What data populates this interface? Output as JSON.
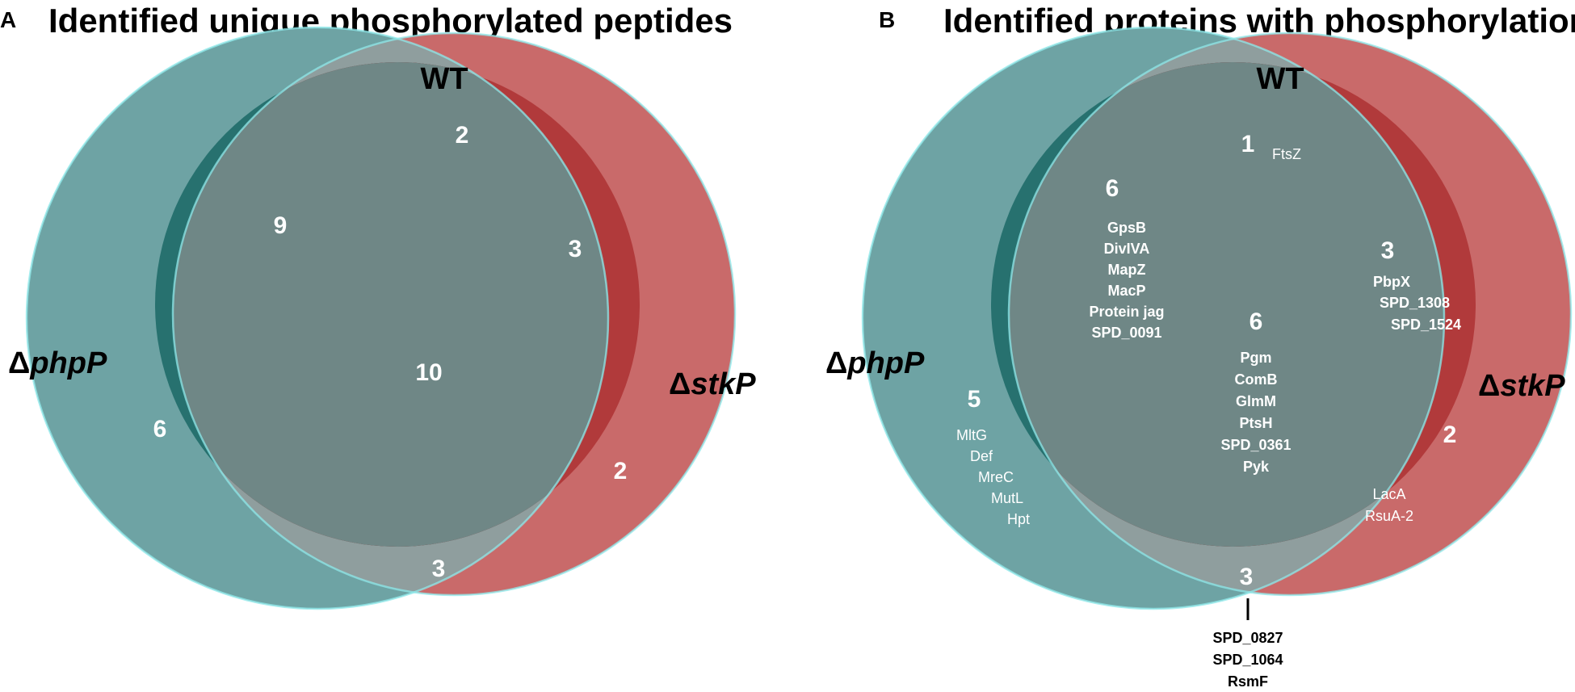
{
  "colors": {
    "wt": "#000000",
    "php": "#6ea3a4",
    "stk": "#c96a6a",
    "wt_php": "#27716f",
    "wt_stk": "#b13a3b",
    "core": "#6f8786",
    "php_stk": "#8f9e9e",
    "outline": "#8de8ea"
  },
  "panels": [
    {
      "letter": "A",
      "title": "Identified unique phosphorylated peptides",
      "sets": {
        "wt": "WT",
        "php_prefix": "Δ",
        "php": "phpP",
        "stk_prefix": "Δ",
        "stk": "stkP"
      },
      "regions": {
        "wt_only": {
          "count": "2",
          "items": []
        },
        "wt_php": {
          "count": "9",
          "items": []
        },
        "wt_stk": {
          "count": "3",
          "items": []
        },
        "core": {
          "count": "10",
          "items": []
        },
        "php_only": {
          "count": "6",
          "items": []
        },
        "stk_only": {
          "count": "2",
          "items": []
        },
        "php_stk": {
          "count": "3",
          "items": []
        }
      }
    },
    {
      "letter": "B",
      "title": "Identified proteins with phosphorylation",
      "sets": {
        "wt": "WT",
        "php_prefix": "Δ",
        "php": "phpP",
        "stk_prefix": "Δ",
        "stk": "stkP"
      },
      "regions": {
        "wt_only": {
          "count": "1",
          "items": [
            "FtsZ"
          ]
        },
        "wt_php": {
          "count": "6",
          "items": [
            "GpsB",
            "DivIVA",
            "MapZ",
            "MacP",
            "Protein jag",
            "SPD_0091"
          ]
        },
        "wt_stk": {
          "count": "3",
          "items": [
            "PbpX",
            "SPD_1308",
            "SPD_1524"
          ]
        },
        "core": {
          "count": "6",
          "items": [
            "Pgm",
            "ComB",
            "GlmM",
            "PtsH",
            "SPD_0361",
            "Pyk"
          ]
        },
        "php_only": {
          "count": "5",
          "items": [
            "MltG",
            "Def",
            "MreC",
            "MutL",
            "Hpt"
          ]
        },
        "stk_only": {
          "count": "2",
          "items": [
            "LacA",
            "RsuA-2"
          ]
        },
        "php_stk": {
          "count": "3",
          "items": [
            "SPD_0827",
            "SPD_1064",
            "RsmF"
          ]
        }
      }
    }
  ]
}
